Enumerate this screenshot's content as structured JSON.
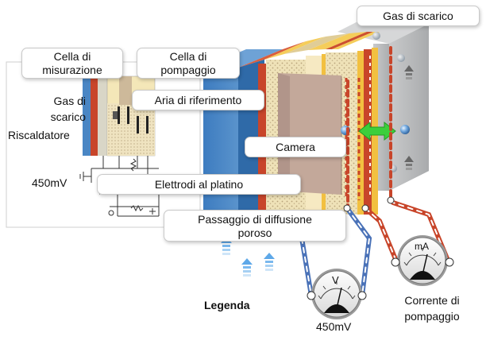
{
  "labels": {
    "cella_misurazione_1": "Cella di",
    "cella_misurazione_2": "misurazione",
    "cella_pompaggio_1": "Cella di",
    "cella_pompaggio_2": "pompaggio",
    "gas_scarico_top": "Gas di scarico",
    "gas_di": "Gas di",
    "scarico": "scarico",
    "riscaldatore": "Riscaldatore",
    "aria_riferimento": "Aria di riferimento",
    "camera": "Camera",
    "mv_left": "450mV",
    "elettrodi": "Elettrodi al platino",
    "passaggio_1": "Passaggio di diffusione",
    "passaggio_2": "poroso",
    "legenda": "Legenda",
    "mv_bottom": "450mV",
    "corrente_1": "Corrente di",
    "corrente_2": "pompaggio",
    "meter_v": "V",
    "meter_ma": "mA"
  },
  "colors": {
    "blue_layer": "#3f7fbf",
    "red_layer": "#c8452a",
    "yellow_layer": "#f2c040",
    "cream_layer": "#f3e7bd",
    "grey_block": "#b9babb",
    "arrow_green": "#3ccf3c",
    "wire_blue": "#4a72b8",
    "wire_red": "#c8452a"
  },
  "icons": {
    "double_arrow": "green-double-arrow-icon",
    "voltmeter": "voltmeter-icon",
    "ammeter": "ammeter-icon"
  }
}
